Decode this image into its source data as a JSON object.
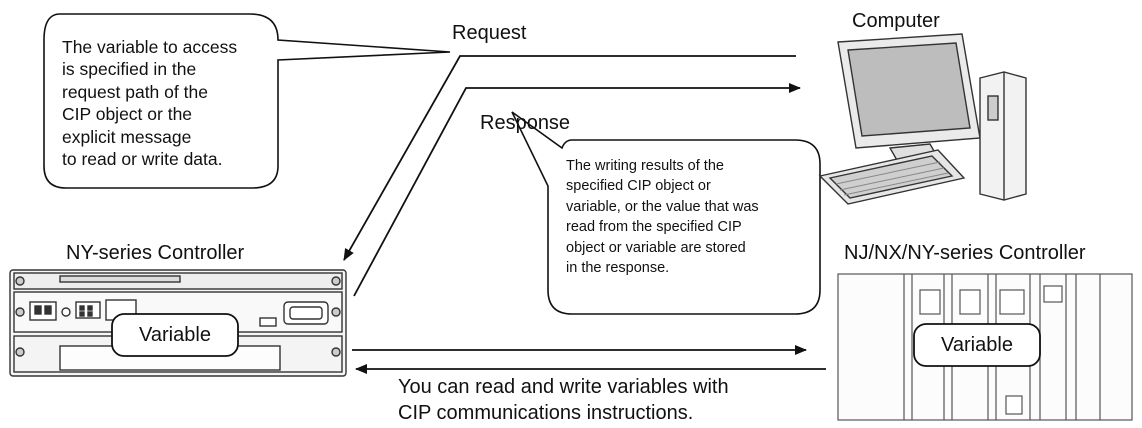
{
  "labels": {
    "request": "Request",
    "response": "Response",
    "computer": "Computer",
    "ny_controller": "NY-series Controller",
    "nj_controller": "NJ/NX/NY-series Controller",
    "variable_left": "Variable",
    "variable_right": "Variable"
  },
  "callout_request": {
    "lines": [
      "The variable to access",
      "is specified in the",
      "request path of the",
      "CIP object or the",
      "explicit message",
      "to read or write data."
    ]
  },
  "callout_response": {
    "lines": [
      "The writing results of the",
      "specified CIP object or",
      "variable, or the value that was",
      "read from the specified CIP",
      "object or variable are stored",
      "in the response."
    ]
  },
  "bottom_caption": {
    "lines": [
      "You can read and write variables with",
      "CIP communications instructions."
    ]
  }
}
